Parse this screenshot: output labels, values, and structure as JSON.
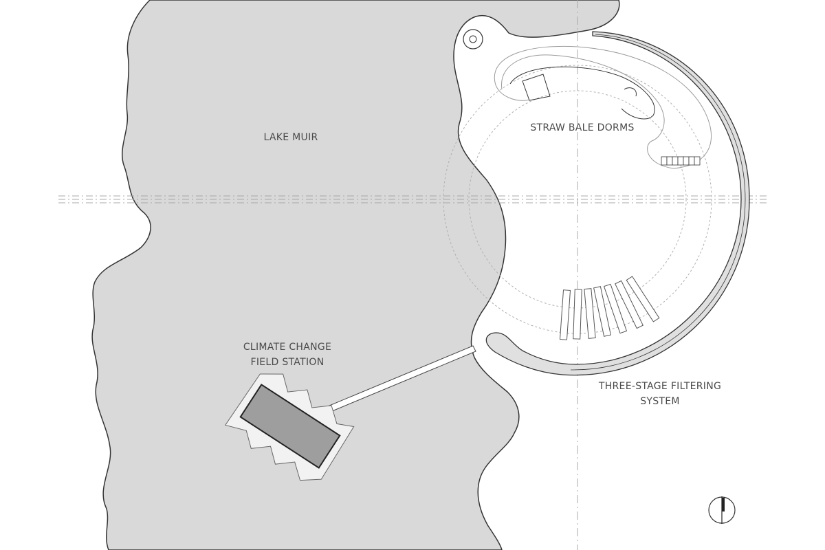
{
  "map": {
    "colors": {
      "water": "#d9d9d9",
      "land": "#ffffff",
      "outline": "#333333",
      "thin_line": "#9a9a9a",
      "building_fill": "#9e9e9e",
      "label_text": "#4a4a4a"
    },
    "labels": {
      "lake": "LAKE MUIR",
      "dorms": "STRAW BALE DORMS",
      "field_station_line1": "CLIMATE CHANGE",
      "field_station_line2": "FIELD STATION",
      "filtering_line1": "THREE-STAGE FILTERING",
      "filtering_line2": "SYSTEM"
    },
    "north_arrow": {
      "icon": "north-arrow-icon"
    }
  }
}
